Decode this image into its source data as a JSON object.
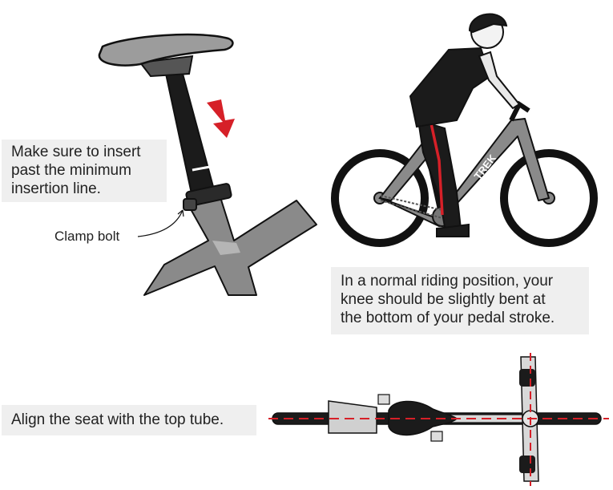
{
  "callouts": {
    "insert_line_1": "Make sure to insert",
    "insert_line_2": "past the minimum",
    "insert_line_3": "insertion line.",
    "clamp_bolt": "Clamp bolt",
    "knee_line_1": "In a normal riding position, your",
    "knee_line_2": "knee should be slightly bent at",
    "knee_line_3": "the bottom of your pedal stroke.",
    "align": "Align the seat with the top tube."
  },
  "logo": "TREK",
  "colors": {
    "frame": "#8a8a8a",
    "frame_light": "#b5b5b5",
    "outline": "#111111",
    "accent_red": "#d62028",
    "callout_bg": "#efefef"
  },
  "icons": [
    "down-arrow-icon",
    "leader-arrow-icon"
  ]
}
